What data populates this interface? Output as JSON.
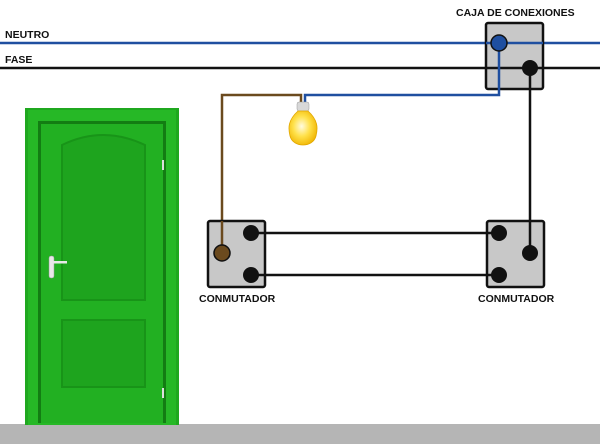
{
  "labels": {
    "neutro": "NEUTRO",
    "fase": "FASE",
    "junction_box": "CAJA DE CONEXIONES",
    "switch_left": "CONMUTADOR",
    "switch_right": "CONMUTADOR"
  },
  "colors": {
    "neutral": "#1f4fa0",
    "phase": "#111111",
    "return": "#6b4a1e",
    "box": "#c8c8c8",
    "door": "#22b322",
    "floor": "#b5b5b5"
  }
}
